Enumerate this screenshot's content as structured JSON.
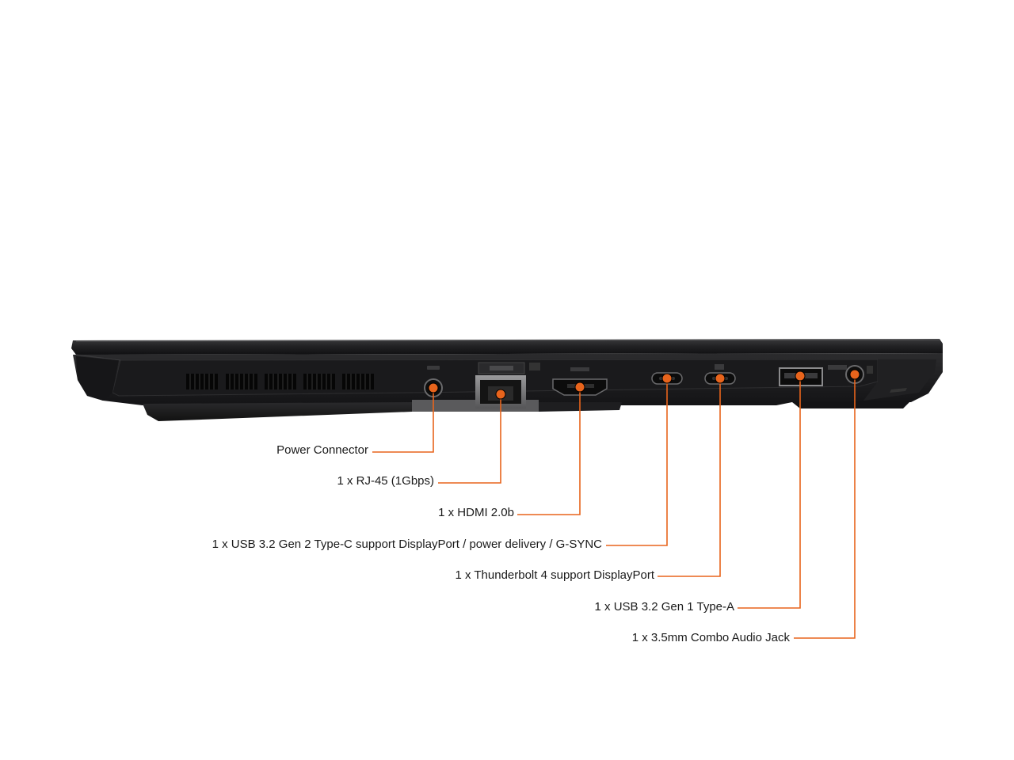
{
  "image": {
    "subject": "laptop-side-profile",
    "colors": {
      "accent": "#e8641c",
      "body_dark": "#1b1b1d",
      "body_mid": "#2a2a2c",
      "port_metal": "#7a7a7c",
      "vent": "#0a0a0a"
    }
  },
  "callouts": [
    {
      "id": "power",
      "label": "Power Connector"
    },
    {
      "id": "rj45",
      "label": "1 x RJ-45 (1Gbps)"
    },
    {
      "id": "hdmi",
      "label": "1 x HDMI 2.0b"
    },
    {
      "id": "usbc",
      "label": "1 x USB 3.2 Gen 2 Type-C support DisplayPort / power delivery / G-SYNC"
    },
    {
      "id": "tb4",
      "label": "1 x Thunderbolt 4 support DisplayPort"
    },
    {
      "id": "usba",
      "label": "1 x USB 3.2 Gen 1 Type-A"
    },
    {
      "id": "audio",
      "label": "1 x 3.5mm Combo Audio Jack"
    }
  ]
}
